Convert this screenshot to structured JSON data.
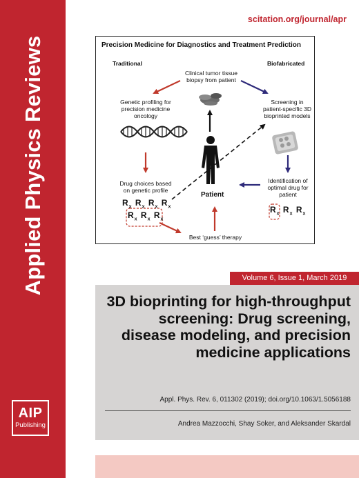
{
  "journal": {
    "title": "Applied Physics Reviews",
    "url": "scitation.org/journal/apr",
    "publisher_logo": {
      "main": "AIP",
      "sub": "Publishing"
    }
  },
  "figure": {
    "title": "Precision Medicine for Diagnostics and Treatment Prediction",
    "traditional_label": "Traditional",
    "biofabricated_label": "Biofabricated",
    "biopsy": [
      "Clinical tumor  tissue",
      "biopsy from patient"
    ],
    "genetic": [
      "Genetic profiling for",
      "precision medicine",
      "oncology"
    ],
    "screening": [
      "Screening in",
      "patient-specific 3D",
      "bioprinted models"
    ],
    "drug_choices": [
      "Drug choices based",
      "on genetic profile"
    ],
    "identification": [
      "Identification of",
      "optimal drug for",
      "patient"
    ],
    "patient_label": "Patient",
    "best_guess": "Best ‘guess’ therapy",
    "rx_symbol": "R",
    "rx_sub": "x"
  },
  "issue": "Volume 6, Issue 1, March 2019",
  "article": {
    "title": "3D bioprinting for high-throughput screening: Drug screening, disease modeling, and precision medicine applications",
    "citation": "Appl. Phys. Rev. 6, 011302 (2019); doi.org/10.1063/1.5056188",
    "authors": "Andrea Mazzocchi, Shay Soker, and Aleksander Skardal"
  },
  "colors": {
    "brand_red": "#c0252f",
    "arrow_red": "#c0392b",
    "arrow_blue": "#2e2a7a",
    "article_bg": "#d6d4d3",
    "bottom_band": "#f4c9c3"
  }
}
